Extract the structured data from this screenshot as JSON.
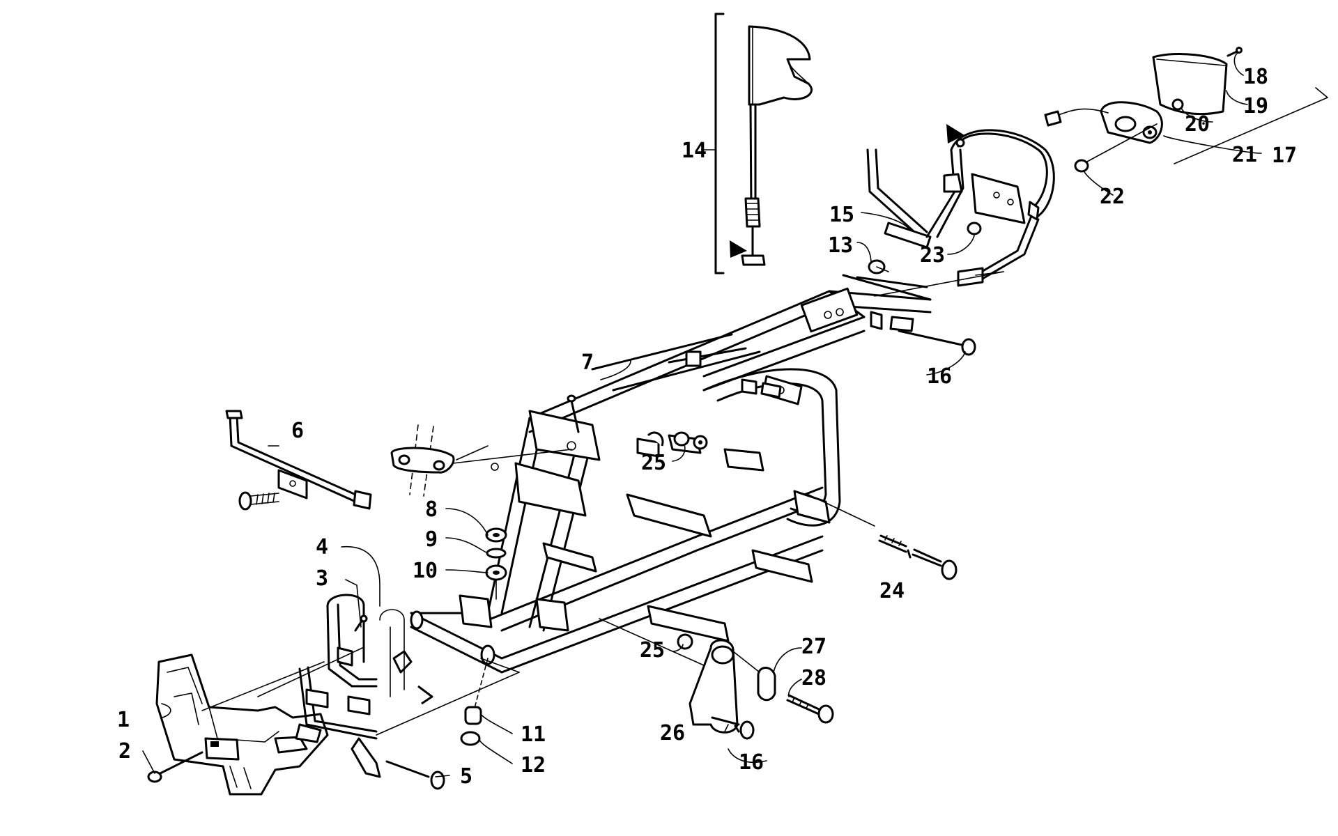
{
  "diagram": {
    "callouts": [
      "1",
      "2",
      "3",
      "4",
      "5",
      "6",
      "7",
      "8",
      "9",
      "10",
      "11",
      "12",
      "13",
      "14",
      "15",
      "16",
      "16",
      "17",
      "18",
      "19",
      "20",
      "21",
      "22",
      "23",
      "24",
      "25",
      "25",
      "26",
      "27",
      "28"
    ]
  }
}
